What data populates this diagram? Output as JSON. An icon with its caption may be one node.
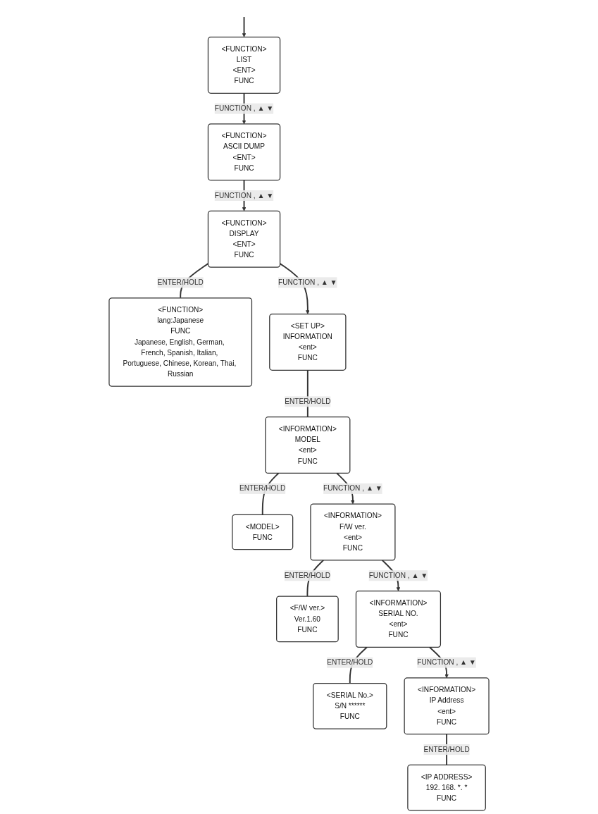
{
  "diagram": {
    "nodes": [
      {
        "text": [
          "<FUNCTION>",
          "LIST",
          "<ENT>",
          "FUNC"
        ]
      },
      {
        "text": [
          "<FUNCTION>",
          "ASCII DUMP",
          "<ENT>",
          "FUNC"
        ]
      },
      {
        "text": [
          "<FUNCTION>",
          "DISPLAY",
          "<ENT>",
          "FUNC"
        ]
      },
      {
        "text": [
          "<FUNCTION>",
          "lang:Japanese",
          "FUNC",
          "Japanese, English, German, French, Spanish, Italian, Portuguese, Chinese, Korean, Thai, Russian"
        ]
      },
      {
        "text": [
          "<SET UP>",
          "INFORMATION",
          "<ent>",
          "FUNC"
        ]
      },
      {
        "text": [
          "<INFORMATION>",
          "MODEL",
          "<ent>",
          "FUNC"
        ]
      },
      {
        "text": [
          "<MODEL>",
          "FUNC"
        ]
      },
      {
        "text": [
          "<INFORMATION>",
          "F/W ver.",
          "<ent>",
          "FUNC"
        ]
      },
      {
        "text": [
          "<F/W ver.>",
          "Ver.1.60",
          "FUNC"
        ]
      },
      {
        "text": [
          "<INFORMATION>",
          "SERIAL NO.",
          "<ent>",
          "FUNC"
        ]
      },
      {
        "text": [
          "<SERIAL No.>",
          "S/N ******",
          "FUNC"
        ]
      },
      {
        "text": [
          "<INFORMATION>",
          "IP Address",
          "<ent>",
          "FUNC"
        ]
      },
      {
        "text": [
          "<IP ADDRESS>",
          "192. 168. *. *",
          "FUNC"
        ]
      }
    ],
    "edges": [
      {
        "from": null,
        "to": 0,
        "arrow": "to"
      },
      {
        "from": 0,
        "to": 1,
        "arrow": "to",
        "label": "FUNCTION , ▲ ▼"
      },
      {
        "from": 1,
        "to": 2,
        "arrow": "to",
        "label": "FUNCTION , ▲ ▼"
      },
      {
        "from": 2,
        "to": 3,
        "arrow": "none",
        "label": "ENTER/HOLD"
      },
      {
        "from": 2,
        "to": 4,
        "arrow": "to",
        "label": "FUNCTION , ▲ ▼"
      },
      {
        "from": 4,
        "to": 5,
        "arrow": "none",
        "label": "ENTER/HOLD"
      },
      {
        "from": 5,
        "to": 6,
        "arrow": "none",
        "label": "ENTER/HOLD"
      },
      {
        "from": 5,
        "to": 7,
        "arrow": "to",
        "label": "FUNCTION , ▲ ▼"
      },
      {
        "from": 7,
        "to": 8,
        "arrow": "none",
        "label": "ENTER/HOLD"
      },
      {
        "from": 7,
        "to": 9,
        "arrow": "to",
        "label": "FUNCTION , ▲ ▼"
      },
      {
        "from": 9,
        "to": 10,
        "arrow": "none",
        "label": "ENTER/HOLD"
      },
      {
        "from": 9,
        "to": 11,
        "arrow": "to",
        "label": "FUNCTION , ▲ ▼"
      },
      {
        "from": 11,
        "to": 12,
        "arrow": "none",
        "label": "ENTER/HOLD"
      }
    ]
  }
}
